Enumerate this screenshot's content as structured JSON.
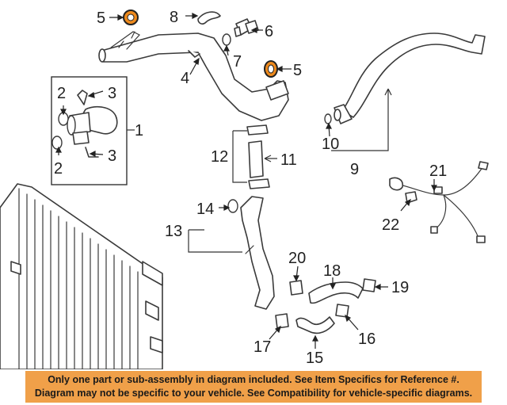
{
  "callouts": {
    "n1": "1",
    "n2a": "2",
    "n2b": "2",
    "n3a": "3",
    "n3b": "3",
    "n4": "4",
    "n5a": "5",
    "n5b": "5",
    "n6": "6",
    "n7": "7",
    "n8": "8",
    "n9": "9",
    "n10": "10",
    "n11": "11",
    "n12": "12",
    "n13": "13",
    "n14": "14",
    "n15": "15",
    "n16": "16",
    "n17": "17",
    "n18": "18",
    "n19": "19",
    "n20": "20",
    "n21": "21",
    "n22": "22"
  },
  "highlight_color": "#ee8a1d",
  "disclaimer": {
    "line1": "Only one part or sub-assembly in diagram included. See Item Specifics for Reference #.",
    "line2": "Diagram may not be specific to your vehicle. See Compatibility for vehicle-specific diagrams.",
    "background": "#f0a049"
  }
}
